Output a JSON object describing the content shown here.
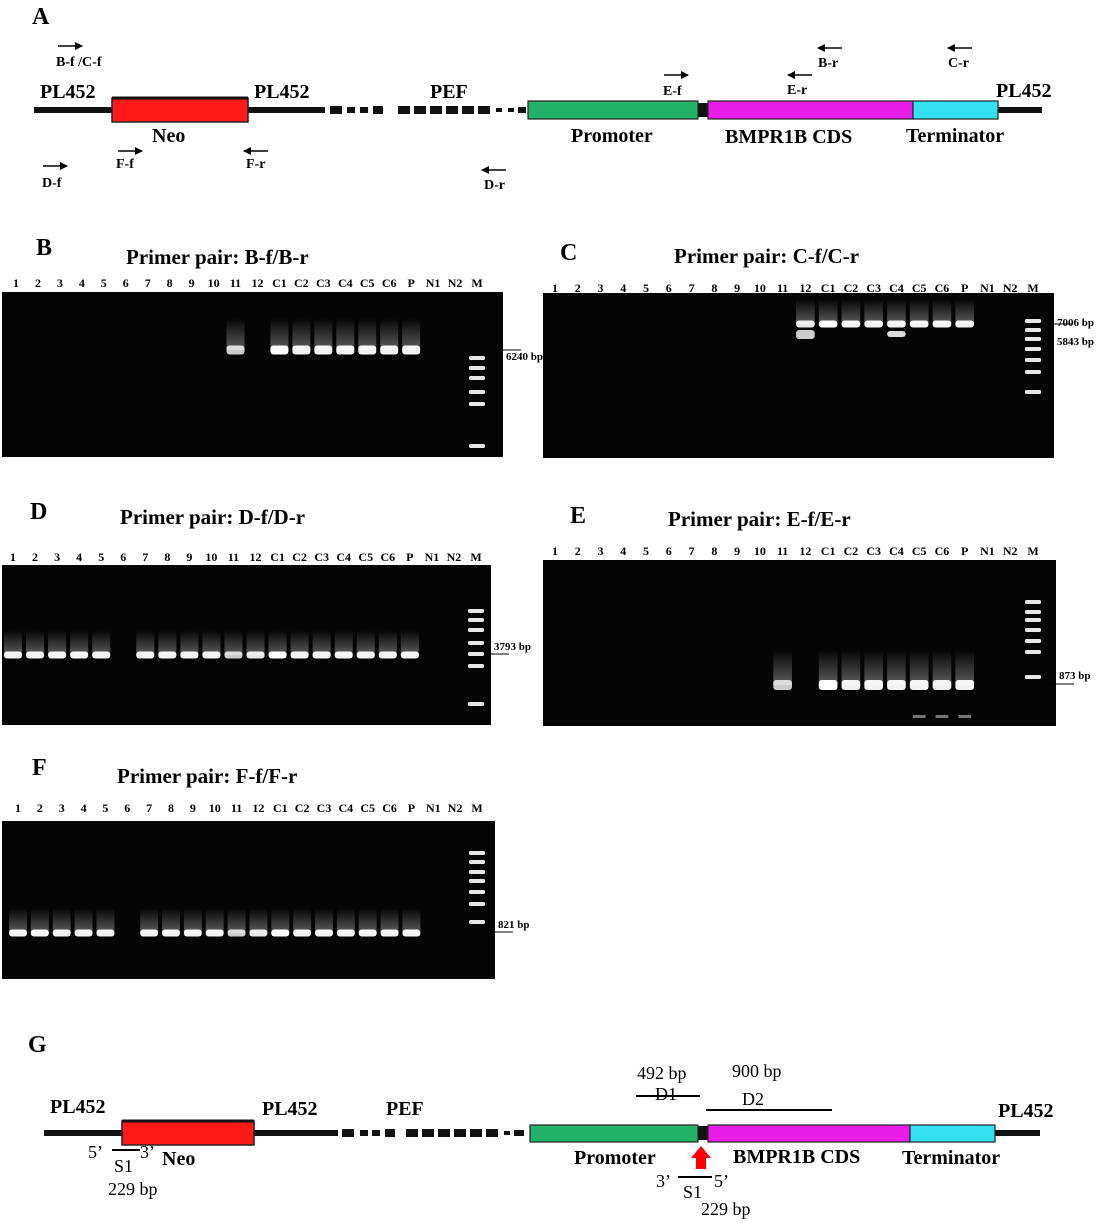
{
  "panelA": {
    "letter": "A",
    "labels": {
      "pl452_left": "PL452",
      "pl452_mid": "PL452",
      "pef": "PEF",
      "pl452_right": "PL452",
      "neo": "Neo",
      "promoter": "Promoter",
      "cds": "BMPR1B CDS",
      "terminator": "Terminator"
    },
    "primers": {
      "bf_cf": "B-f /C-f",
      "br": "B-r",
      "cr": "C-r",
      "ef": "E-f",
      "er": "E-r",
      "df": "D-f",
      "ff": "F-f",
      "fr": "F-r",
      "dr": "D-r"
    },
    "colors": {
      "neo": "#ff1a1a",
      "promoter": "#22b26a",
      "cds": "#e81ee8",
      "terminator": "#33e0f0",
      "backbone": "#111111"
    }
  },
  "gels": [
    {
      "letter": "B",
      "title": "Primer pair: B-f/B-r",
      "lanes": [
        "1",
        "2",
        "3",
        "4",
        "5",
        "6",
        "7",
        "8",
        "9",
        "10",
        "11",
        "12",
        "C1",
        "C2",
        "C3",
        "C4",
        "C5",
        "C6",
        "P",
        "N1",
        "N2",
        "M"
      ],
      "band_lanes": [
        "11",
        "C1",
        "C2",
        "C3",
        "C4",
        "C5",
        "C6",
        "P"
      ],
      "markers": [
        "6240 bp"
      ]
    },
    {
      "letter": "C",
      "title": "Primer pair: C-f/C-r",
      "lanes": [
        "1",
        "2",
        "3",
        "4",
        "5",
        "6",
        "7",
        "8",
        "9",
        "10",
        "11",
        "12",
        "C1",
        "C2",
        "C3",
        "C4",
        "C5",
        "C6",
        "P",
        "N1",
        "N2",
        "M"
      ],
      "band_lanes": [
        "12",
        "C1",
        "C2",
        "C3",
        "C4",
        "C5",
        "C6",
        "P"
      ],
      "markers": [
        "7006 bp",
        "5843 bp"
      ]
    },
    {
      "letter": "D",
      "title": "Primer pair: D-f/D-r",
      "lanes": [
        "1",
        "2",
        "3",
        "4",
        "5",
        "6",
        "7",
        "8",
        "9",
        "10",
        "11",
        "12",
        "C1",
        "C2",
        "C3",
        "C4",
        "C5",
        "C6",
        "P",
        "N1",
        "N2",
        "M"
      ],
      "band_lanes": [
        "1",
        "2",
        "3",
        "4",
        "5",
        "7",
        "8",
        "9",
        "10",
        "11",
        "12",
        "C1",
        "C2",
        "C3",
        "C4",
        "C5",
        "C6",
        "P"
      ],
      "markers": [
        "3793 bp"
      ]
    },
    {
      "letter": "E",
      "title": "Primer pair: E-f/E-r",
      "lanes": [
        "1",
        "2",
        "3",
        "4",
        "5",
        "6",
        "7",
        "8",
        "9",
        "10",
        "11",
        "12",
        "C1",
        "C2",
        "C3",
        "C4",
        "C5",
        "C6",
        "P",
        "N1",
        "N2",
        "M"
      ],
      "band_lanes": [
        "11",
        "C1",
        "C2",
        "C3",
        "C4",
        "C5",
        "C6",
        "P"
      ],
      "markers": [
        "873 bp"
      ]
    },
    {
      "letter": "F",
      "title": "Primer pair: F-f/F-r",
      "lanes": [
        "1",
        "2",
        "3",
        "4",
        "5",
        "6",
        "7",
        "8",
        "9",
        "10",
        "11",
        "12",
        "C1",
        "C2",
        "C3",
        "C4",
        "C5",
        "C6",
        "P",
        "N1",
        "N2",
        "M"
      ],
      "band_lanes": [
        "1",
        "2",
        "3",
        "4",
        "5",
        "7",
        "8",
        "9",
        "10",
        "11",
        "12",
        "C1",
        "C2",
        "C3",
        "C4",
        "C5",
        "C6",
        "P"
      ],
      "markers": [
        "821 bp"
      ]
    }
  ],
  "panelG": {
    "letter": "G",
    "labels": {
      "pl452_left": "PL452",
      "pl452_mid": "PL452",
      "pef": "PEF",
      "pl452_right": "PL452",
      "neo": "Neo",
      "promoter": "Promoter",
      "cds": "BMPR1B CDS",
      "terminator": "Terminator"
    },
    "d1_size": "492 bp",
    "d1_name": "D1",
    "d2_size": "900 bp",
    "d2_name": "D2",
    "s1_left": {
      "five": "5’",
      "three": "3’",
      "name": "S1",
      "size": "229 bp"
    },
    "s1_right": {
      "five": "5’",
      "three": "3’",
      "name": "S1",
      "size": "229 bp"
    },
    "arrow_color": "#ff0000"
  }
}
